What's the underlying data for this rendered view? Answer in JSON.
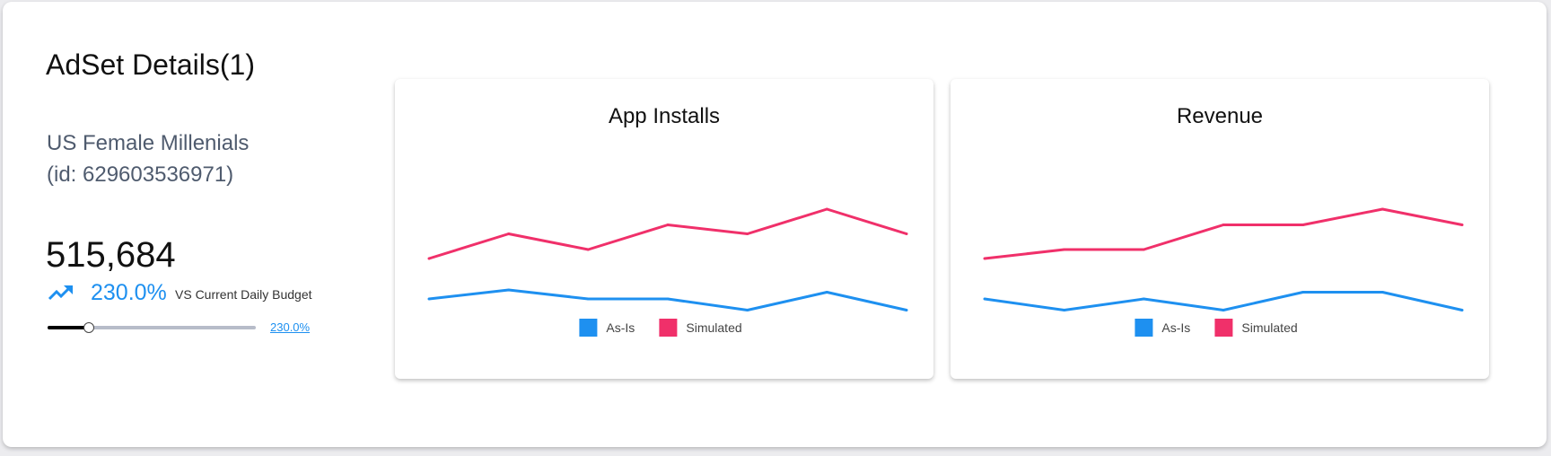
{
  "panel": {
    "title": "AdSet Details(1)",
    "adset_name": "US Female Millenials",
    "adset_id": "(id: 629603536971)",
    "metric_value": "515,684",
    "trend_icon": "trending-up-icon",
    "change_percent": "230.0%",
    "change_label": "VS Current Daily Budget",
    "slider_value_label": "230.0%",
    "slider_fraction": 0.2
  },
  "colors": {
    "as_is": "#1e90f0",
    "simulated": "#f0306a",
    "accent": "#1e90f0"
  },
  "chart_data": [
    {
      "type": "line",
      "title": "App Installs",
      "x": [
        1,
        2,
        3,
        4,
        5,
        6,
        7
      ],
      "ylim": [
        0,
        100
      ],
      "grid": false,
      "legend": "bottom",
      "series": [
        {
          "name": "As-Is",
          "values": [
            30,
            34,
            30,
            30,
            25,
            33,
            25
          ]
        },
        {
          "name": "Simulated",
          "values": [
            48,
            59,
            52,
            63,
            59,
            70,
            59
          ]
        }
      ]
    },
    {
      "type": "line",
      "title": "Revenue",
      "x": [
        1,
        2,
        3,
        4,
        5,
        6,
        7
      ],
      "ylim": [
        0,
        100
      ],
      "grid": false,
      "legend": "bottom",
      "series": [
        {
          "name": "As-Is",
          "values": [
            30,
            25,
            30,
            25,
            33,
            33,
            25
          ]
        },
        {
          "name": "Simulated",
          "values": [
            48,
            52,
            52,
            63,
            63,
            70,
            63
          ]
        }
      ]
    }
  ]
}
